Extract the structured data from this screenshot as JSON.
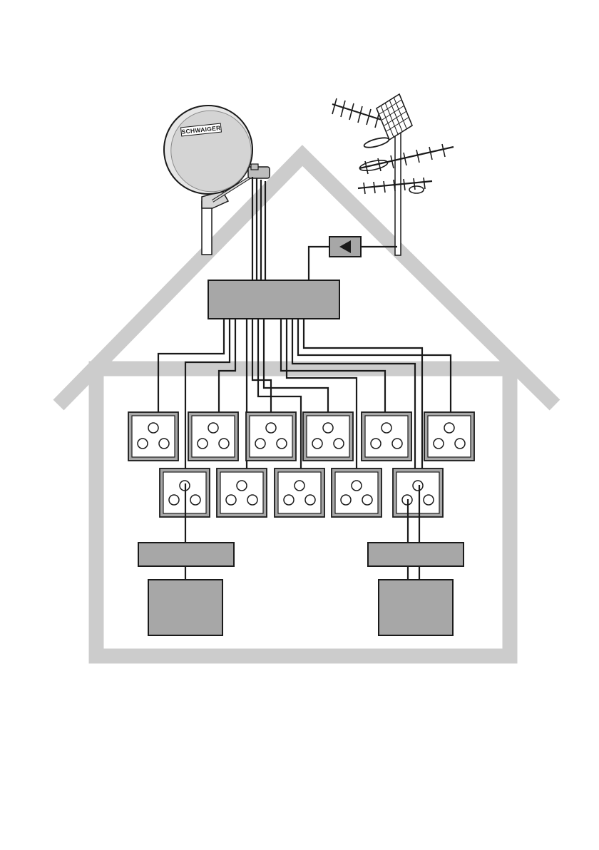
{
  "dish": {
    "brand_label": "SCHWAIGER"
  },
  "colors": {
    "house_outline": "#cccccc",
    "box_fill": "#a7a7a7",
    "wire": "#1a1a1a"
  },
  "icons": {
    "amplifier": "left-triangle-icon"
  },
  "components": [
    "satellite-dish",
    "terrestrial-antenna",
    "amplifier",
    "multiswitch",
    "wall-socket-x11",
    "receiver-x2",
    "tv-x2"
  ]
}
